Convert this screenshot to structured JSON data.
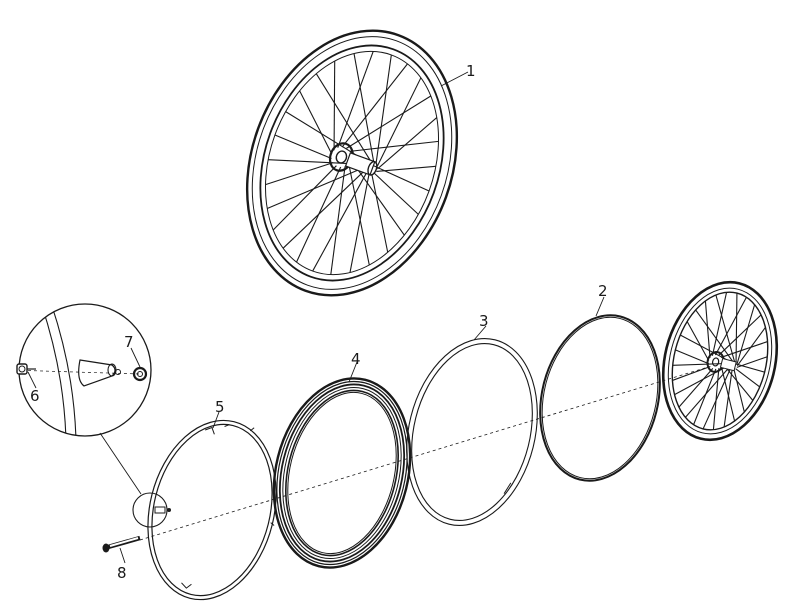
{
  "callouts": [
    {
      "id": "1",
      "text": "1"
    },
    {
      "id": "2",
      "text": "2"
    },
    {
      "id": "3",
      "text": "3"
    },
    {
      "id": "4",
      "text": "4"
    },
    {
      "id": "5",
      "text": "5"
    },
    {
      "id": "6",
      "text": "6"
    },
    {
      "id": "7",
      "text": "7"
    },
    {
      "id": "8",
      "text": "8"
    }
  ],
  "parts": {
    "wheel_assembly_spokes": 28,
    "rear_wheel_spokes": 28
  },
  "colors": {
    "ink": "#1a1a1a",
    "background": "#ffffff"
  }
}
